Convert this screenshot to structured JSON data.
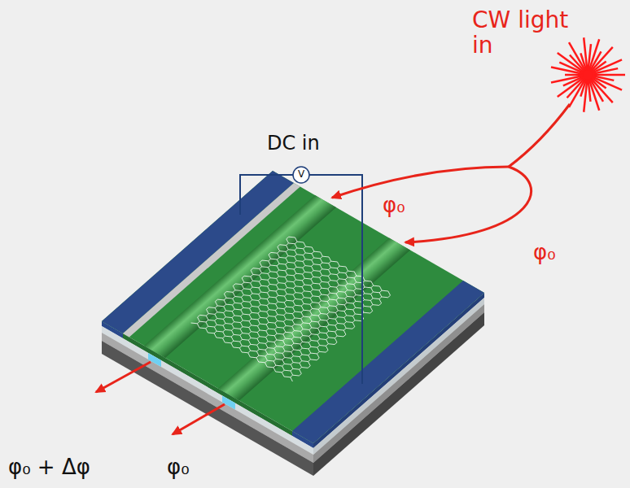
{
  "diagram": {
    "labels": [
      "CW light in",
      "DC in",
      "V",
      "φ₀",
      "φ₀",
      "φ₀ + Δφ",
      "φ₀"
    ]
  }
}
